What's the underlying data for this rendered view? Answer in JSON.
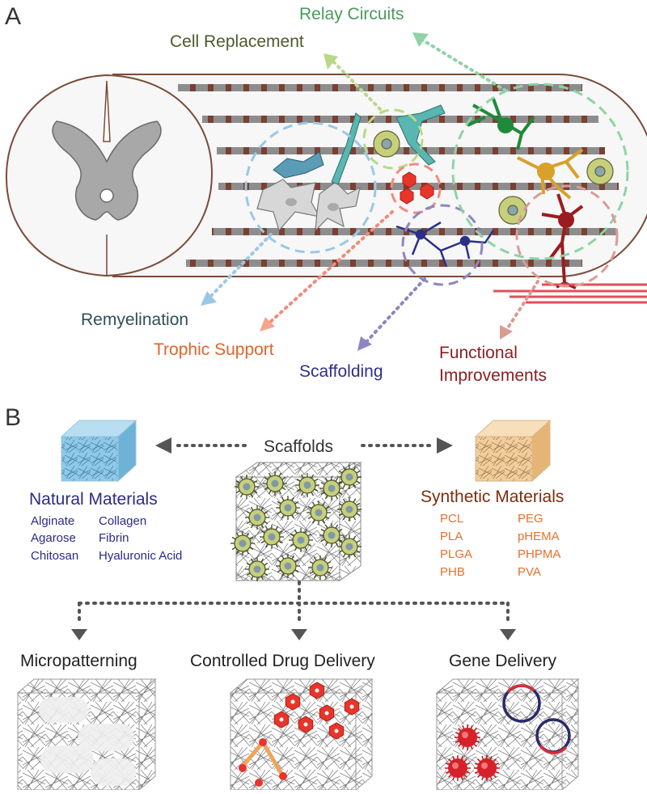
{
  "panel_a": {
    "label": "A",
    "outcomes": {
      "relay_circuits": "Relay Circuits",
      "cell_replacement": "Cell Replacement",
      "remyelination": "Remyelination",
      "trophic_support": "Trophic Support",
      "scaffolding": "Scaffolding",
      "functional_improvements_1": "Functional",
      "functional_improvements_2": "Improvements"
    }
  },
  "panel_b": {
    "label": "B",
    "scaffolds": "Scaffolds",
    "natural": {
      "title": "Natural Materials",
      "col1": [
        "Alginate",
        "Agarose",
        "Chitosan"
      ],
      "col2": [
        "Collagen",
        "Fibrin",
        "Hyaluronic Acid"
      ]
    },
    "synthetic": {
      "title": "Synthetic Materials",
      "col1": [
        "PCL",
        "PLA",
        "PLGA",
        "PHB"
      ],
      "col2": [
        "PEG",
        "pHEMA",
        "PHPMA",
        "PVA"
      ]
    },
    "applications": [
      "Micropatterning",
      "Controlled Drug Delivery",
      "Gene Delivery"
    ]
  },
  "colors": {
    "relay": "#4a9a5a",
    "cell_replacement": "#4d5a2a",
    "remyelination": "#2e4f58",
    "trophic": "#e0642a",
    "scaffolding": "#2f2f8a",
    "functional": "#8a1f22",
    "natural": "#2a2a8a",
    "synthetic_title": "#7a2e10",
    "synthetic_items": "#e8702a"
  }
}
